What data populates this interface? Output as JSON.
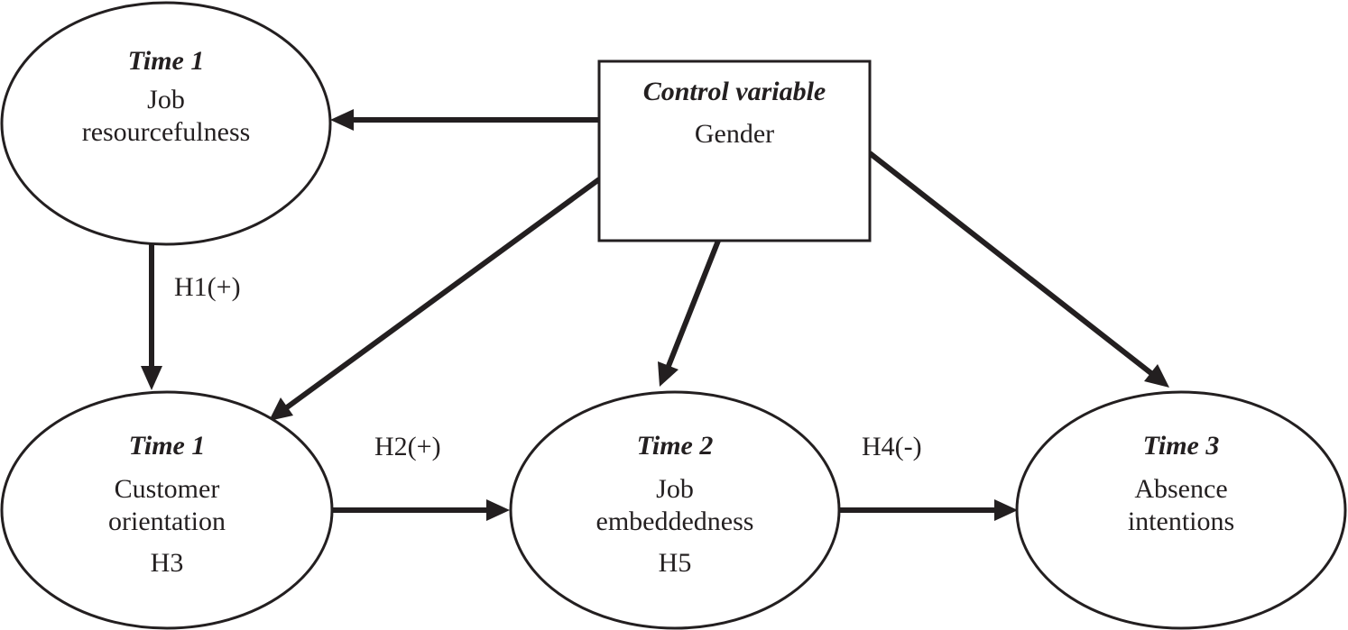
{
  "nodes": {
    "job_resourcefulness": {
      "time": "Time 1",
      "line1": "Job",
      "line2": "resourcefulness"
    },
    "control": {
      "heading": "Control variable",
      "label": "Gender"
    },
    "customer_orientation": {
      "time": "Time 1",
      "line1": "Customer",
      "line2": "orientation",
      "hypothesis": "H3"
    },
    "job_embeddedness": {
      "time": "Time 2",
      "line1": "Job",
      "line2": "embeddedness",
      "hypothesis": "H5"
    },
    "absence_intentions": {
      "time": "Time 3",
      "line1": "Absence",
      "line2": "intentions"
    }
  },
  "edges": {
    "h1": "H1(+)",
    "h2": "H2(+)",
    "h4": "H4(-)"
  }
}
